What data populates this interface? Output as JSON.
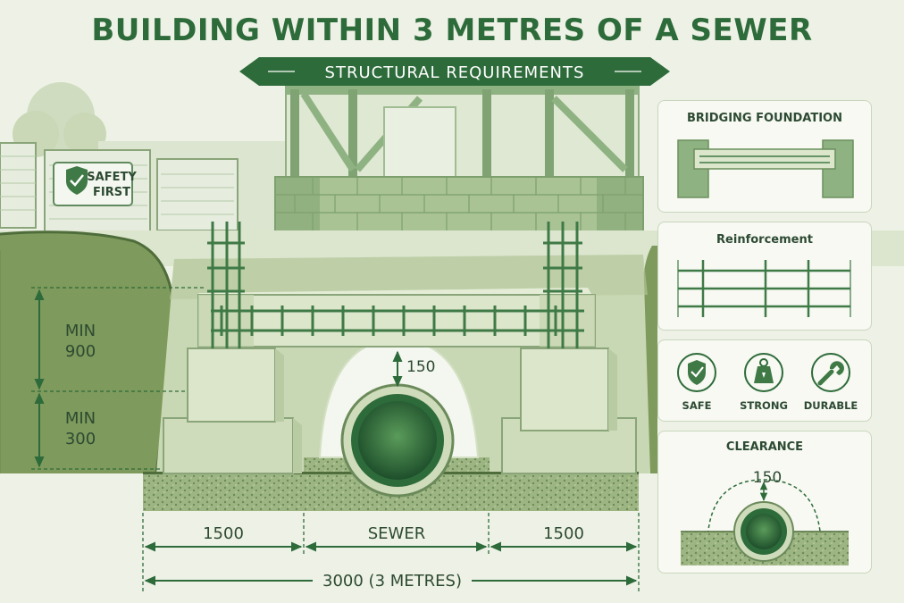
{
  "title": "BUILDING WITHIN 3 METRES OF A SEWER",
  "subtitle": "STRUCTURAL REQUIREMENTS",
  "sign": {
    "line1": "SAFETY",
    "line2": "FIRST"
  },
  "labels": {
    "min_900_a": "MIN",
    "min_900_b": "900",
    "min_300_a": "MIN",
    "min_300_b": "300",
    "clearance_top": "150",
    "left_span": "1500",
    "sewer": "SEWER",
    "right_span": "1500",
    "total": "3000 (3 METRES)"
  },
  "panels": {
    "bridging": {
      "title": "BRIDGING FOUNDATION"
    },
    "reinforcement": {
      "title": "Reinforcement"
    },
    "icons": [
      {
        "label": "SAFE",
        "icon": "shield-check-icon"
      },
      {
        "label": "STRONG",
        "icon": "weight-icon"
      },
      {
        "label": "DURABLE",
        "icon": "wrench-icon"
      }
    ],
    "clearance": {
      "title": "CLEARANCE",
      "value": "150"
    }
  },
  "colors": {
    "primary": "#2e6b3a",
    "concrete": "#d7e3c6",
    "soil": "#6e8a4e",
    "steel": "#3f7a46",
    "background": "#eef2e6"
  }
}
